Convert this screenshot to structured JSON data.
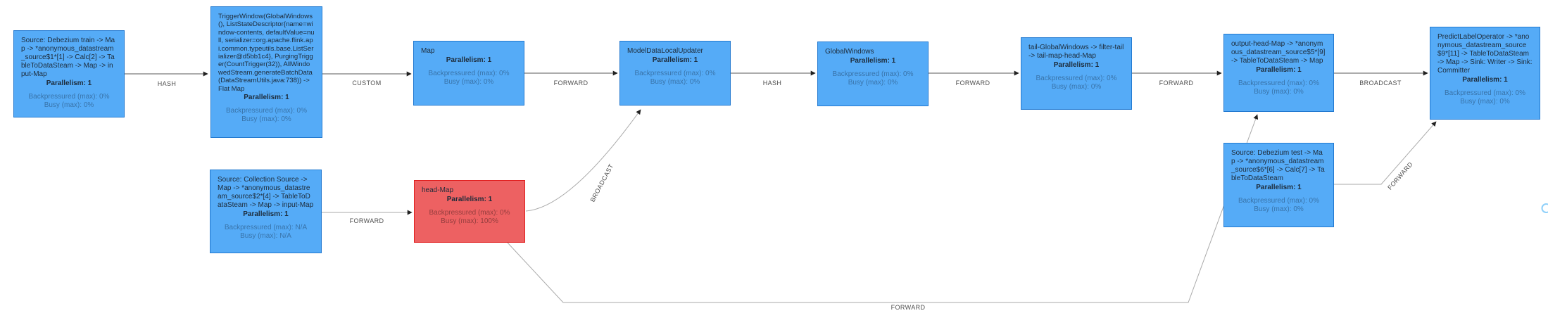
{
  "colors": {
    "node_fill": "#55abf7",
    "node_border": "#2279d0",
    "busy_node_fill": "#ed6162",
    "busy_node_border": "#e11e1e",
    "edge_line": "#5a5a5a",
    "edge_line_light": "#aaaaaa",
    "edge_label_text": "#4d4d4d",
    "spinner": "#8ed0fa"
  },
  "nodes": [
    {
      "title": "Source: Debezium train -> Map -> *anonymous_datastream_source$1*[1] -> Calc[2] -> TableToDataSteam -> Map -> input-Map",
      "parallelism": "Parallelism: 1",
      "backpressured": "Backpressured (max): 0%",
      "busy": "Busy (max): 0%"
    },
    {
      "title": "TriggerWindow(GlobalWindows(), ListStateDescriptor{name=window-contents, defaultValue=null, serializer=org.apache.flink.api.common.typeutils.base.ListSerializer@d5bb1c4}, PurgingTrigger(CountTrigger(32)), AllWindowedStream.generateBatchData(DataStreamUtils.java:738)) -> Flat Map",
      "parallelism": "Parallelism: 1",
      "backpressured": "Backpressured (max): 0%",
      "busy": "Busy (max): 0%"
    },
    {
      "title": "Map",
      "parallelism": "Parallelism: 1",
      "backpressured": "Backpressured (max): 0%",
      "busy": "Busy (max): 0%"
    },
    {
      "title": "ModelDataLocalUpdater",
      "parallelism": "Parallelism: 1",
      "backpressured": "Backpressured (max): 0%",
      "busy": "Busy (max): 0%"
    },
    {
      "title": "GlobalWindows",
      "parallelism": "Parallelism: 1",
      "backpressured": "Backpressured (max): 0%",
      "busy": "Busy (max): 0%"
    },
    {
      "title": "tail-GlobalWindows -> filter-tail -> tail-map-head-Map",
      "parallelism": "Parallelism: 1",
      "backpressured": "Backpressured (max): 0%",
      "busy": "Busy (max): 0%"
    },
    {
      "title": "output-head-Map -> *anonymous_datastream_source$5*[9] -> TableToDataSteam -> Map",
      "parallelism": "Parallelism: 1",
      "backpressured": "Backpressured (max): 0%",
      "busy": "Busy (max): 0%"
    },
    {
      "title": "PredictLabelOperator -> *anonymous_datastream_source$9*[11] -> TableToDataSteam -> Map -> Sink: Writer -> Sink: Committer",
      "parallelism": "Parallelism: 1",
      "backpressured": "Backpressured (max): 0%",
      "busy": "Busy (max): 0%"
    },
    {
      "title": "Source: Collection Source -> Map -> *anonymous_datastream_source$2*[4] -> TableToDataSteam -> Map -> input-Map",
      "parallelism": "Parallelism: 1",
      "backpressured": "Backpressured (max): N/A",
      "busy": "Busy (max): N/A"
    },
    {
      "title": "head-Map",
      "parallelism": "Parallelism: 1",
      "backpressured": "Backpressured (max): 0%",
      "busy": "Busy (max): 100%"
    },
    {
      "title": "Source: Debezium test -> Map -> *anonymous_datastream_source$6*[6] -> Calc[7] -> TableToDataSteam",
      "parallelism": "Parallelism: 1",
      "backpressured": "Backpressured (max): 0%",
      "busy": "Busy (max): 0%"
    }
  ],
  "edges": [
    {
      "label": "HASH"
    },
    {
      "label": "CUSTOM"
    },
    {
      "label": "FORWARD"
    },
    {
      "label": "HASH"
    },
    {
      "label": "FORWARD"
    },
    {
      "label": "FORWARD"
    },
    {
      "label": "BROADCAST"
    },
    {
      "label": "FORWARD"
    },
    {
      "label": "BROADCAST"
    },
    {
      "label": "FORWARD"
    },
    {
      "label": "FORWARD"
    }
  ]
}
